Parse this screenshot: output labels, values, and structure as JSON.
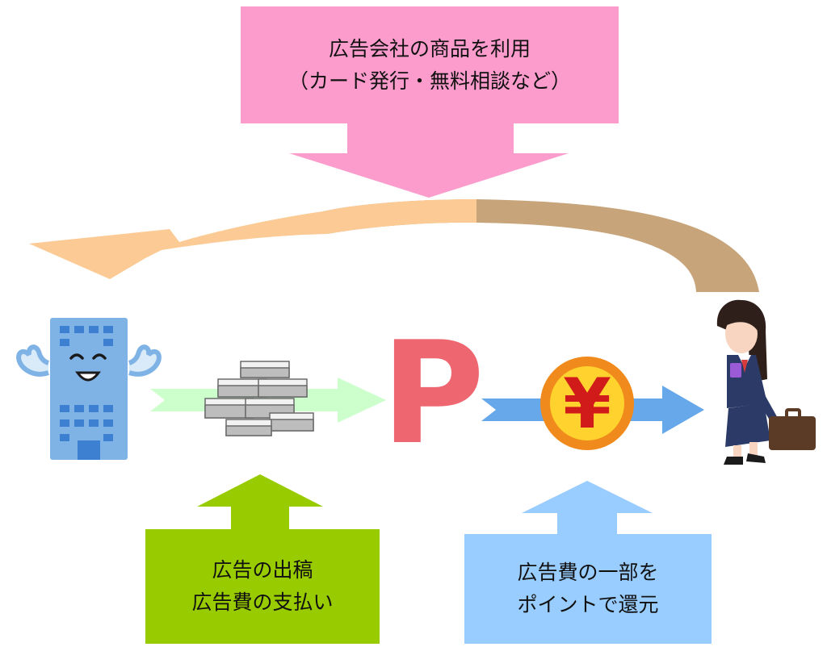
{
  "top_box": {
    "line1": "広告会社の商品を利用",
    "line2": "（カード発行・無料相談など）"
  },
  "green_box": {
    "line1": "広告の出稿",
    "line2": "広告費の支払い"
  },
  "blue_box": {
    "line1": "広告費の一部を",
    "line2": "ポイントで還元"
  },
  "point_symbol": "P",
  "coin_symbol": "¥",
  "colors": {
    "pink": "#fc9ccc",
    "green": "#99cc00",
    "blue": "#99ccff",
    "light_green_arrow": "#ccffcc",
    "blue_arrow": "#66a8ea",
    "orange_arc": "#fcca94",
    "brown_arc": "#c8a47a",
    "building": "#7fb3e6",
    "point_red": "#ee6670",
    "coin_orange": "#f08a1c",
    "coin_yellow": "#ffd22e"
  }
}
